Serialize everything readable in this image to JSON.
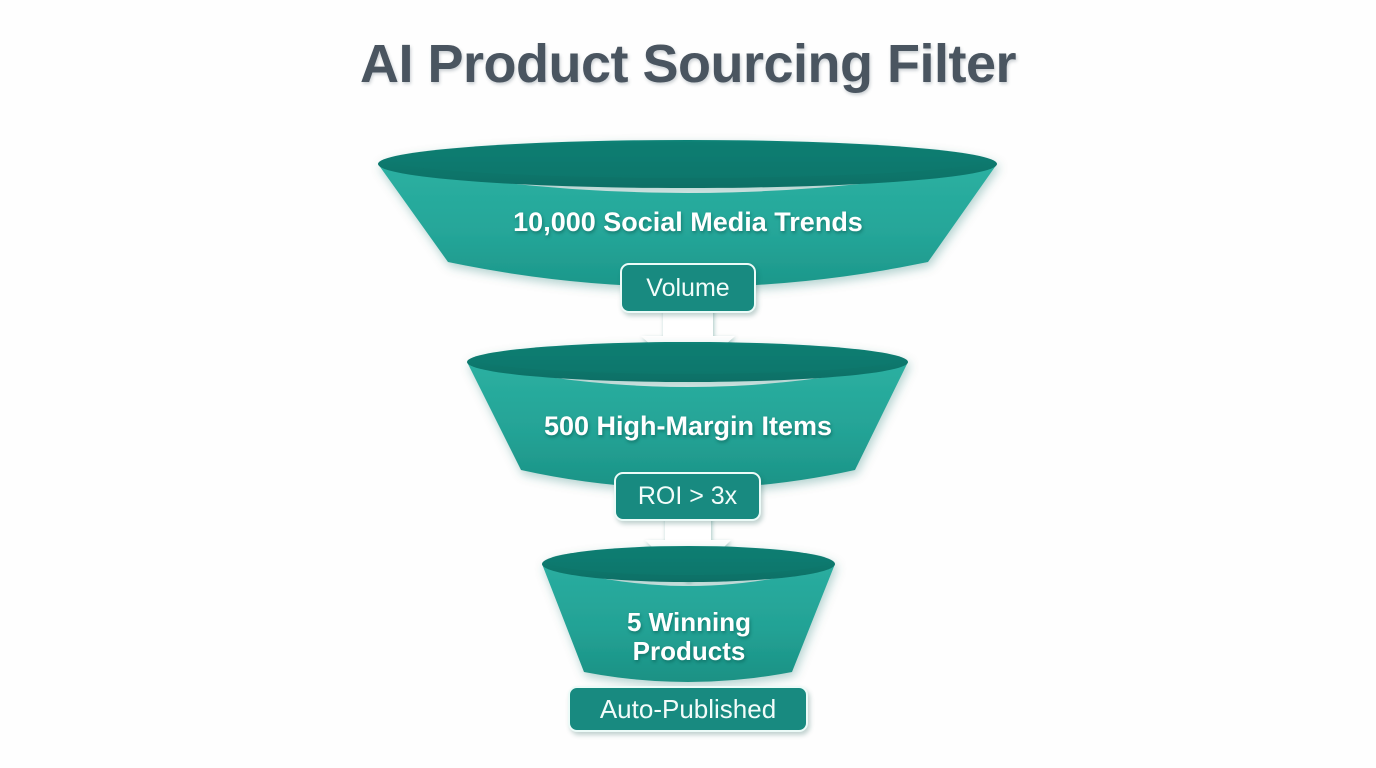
{
  "page": {
    "title": "AI Product Sourcing Filter",
    "background_color": "#fefefe",
    "title_color": "#4a5560"
  },
  "theme": {
    "funnel_body_top_color": "#2aafa0",
    "funnel_body_bottom_color": "#1d9a8c",
    "funnel_rim_color": "#0d7a6e",
    "funnel_rim_inner_color": "#106f66",
    "badge_fill_color": "#188a80",
    "badge_border_color": "#ecfbf8",
    "label_text_color": "#ffffff",
    "arrow_color": "#ffffff"
  },
  "chart_data": {
    "type": "funnel",
    "title": "AI Product Sourcing Filter",
    "stages": [
      {
        "label": "10,000 Social Media Trends",
        "value": 10000,
        "unit": "Social Media Trends"
      },
      {
        "label": "500 High-Margin Items",
        "value": 500,
        "unit": "High-Margin Items"
      },
      {
        "label": "5 Winning Products",
        "value": 5,
        "unit": "Winning Products"
      }
    ],
    "filters": [
      "Volume",
      "ROI > 3x"
    ],
    "outcome": "Auto-Published"
  },
  "funnel": {
    "stages": [
      {
        "label": "10,000 Social Media Trends",
        "line1": "10,000 Social Media Trends",
        "line2": ""
      },
      {
        "label": "500 High-Margin Items",
        "line1": "500 High-Margin Items",
        "line2": ""
      },
      {
        "label": "5 Winning Products",
        "line1": "5 Winning",
        "line2": "Products"
      }
    ],
    "badges": [
      {
        "label": "Volume",
        "name": "volume-filter-badge"
      },
      {
        "label": "ROI > 3x",
        "name": "roi-filter-badge"
      },
      {
        "label": "Auto-Published",
        "name": "auto-published-badge"
      }
    ],
    "connectors": [
      {
        "name": "arrow-stage1-to-stage2",
        "icon": "arrow-down-icon"
      },
      {
        "name": "arrow-stage2-to-stage3",
        "icon": "arrow-down-icon"
      }
    ]
  }
}
